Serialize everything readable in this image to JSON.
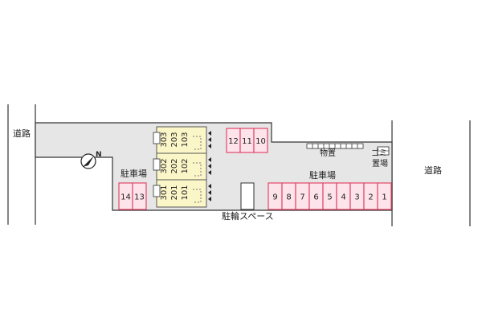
{
  "labels": {
    "road_left": "道路",
    "road_right": "道路",
    "parking_left": "駐車場",
    "parking_right": "駐車場",
    "storage": "物置",
    "garbage": "ゴミ置場",
    "bicycle": "駐輪スペース"
  },
  "parking_left": [
    "14",
    "13"
  ],
  "parking_top": [
    "12",
    "11",
    "10"
  ],
  "parking_right": [
    "9",
    "8",
    "7",
    "6",
    "5",
    "4",
    "3",
    "2",
    "1"
  ],
  "building_units": [
    [
      "303",
      "203",
      "103"
    ],
    [
      "302",
      "202",
      "102"
    ],
    [
      "301",
      "201",
      "101"
    ]
  ],
  "colors": {
    "lot": "#e6e6e6",
    "parking_fill": "#fde4ea",
    "parking_stroke": "#e2476b",
    "building_fill": "#fbf6c8"
  },
  "icons": {
    "compass": "north-arrow-icon"
  }
}
